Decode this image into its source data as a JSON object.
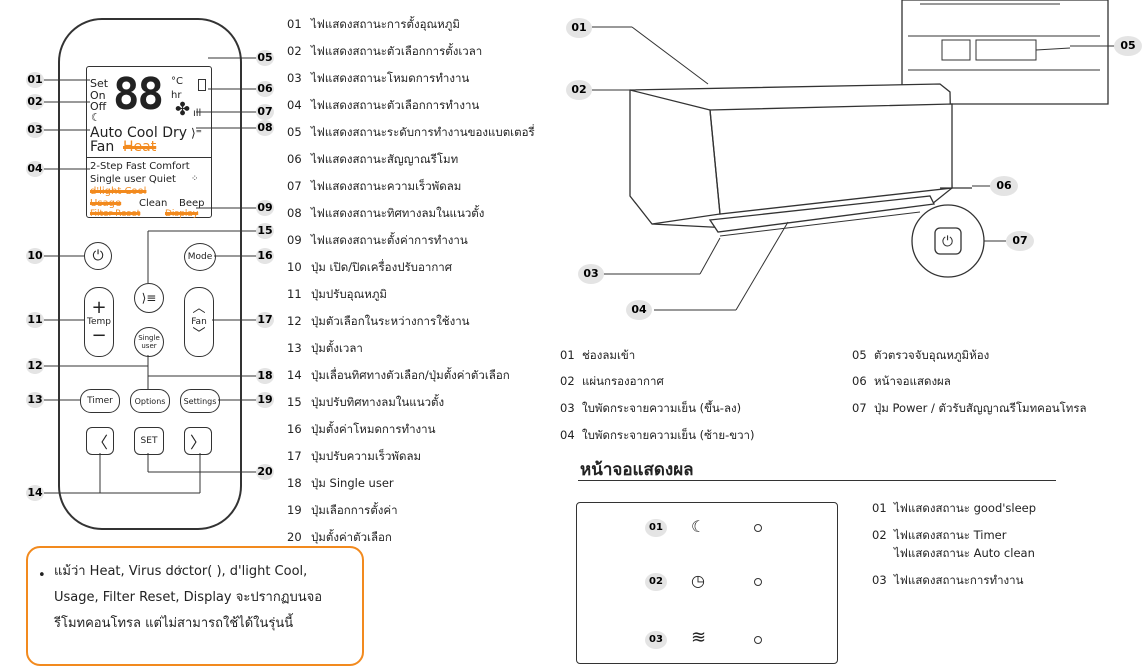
{
  "remote": {
    "lcd": {
      "left_labels": [
        "Set",
        "On",
        "Off"
      ],
      "digits": "88",
      "units": [
        "°C",
        "hr"
      ],
      "modes_line1": "Auto Cool Dry",
      "modes_line2a": "Fan",
      "modes_line2b": "Heat",
      "opt_line1": "2-Step  Fast  Comfort",
      "opt_line2": "Single user  Quiet",
      "opt_line3": "d'light Cool",
      "opt_line4a": "Usage",
      "opt_line4b": "Clean",
      "opt_line4c": "Beep",
      "opt_line5a": "Filter Reset",
      "opt_line5b": "Display"
    },
    "buttons": {
      "temp": "Temp",
      "mode": "Mode",
      "fan": "Fan",
      "single_user": "Single user",
      "timer": "Timer",
      "options": "Options",
      "settings": "Settings",
      "set": "SET"
    },
    "callouts_left": [
      "01",
      "02",
      "03",
      "04",
      "10",
      "11",
      "12",
      "13",
      "14"
    ],
    "callouts_right": [
      "05",
      "06",
      "07",
      "08",
      "09",
      "15",
      "16",
      "17",
      "18",
      "19",
      "20"
    ]
  },
  "remote_legend": [
    {
      "num": "01",
      "text": "ไฟแสดงสถานะการตั้งอุณหภูมิ"
    },
    {
      "num": "02",
      "text": "ไฟแสดงสถานะตัวเลือกการตั้งเวลา"
    },
    {
      "num": "03",
      "text": "ไฟแสดงสถานะโหมดการทำงาน"
    },
    {
      "num": "04",
      "text": "ไฟแสดงสถานะตัวเลือกการทำงาน"
    },
    {
      "num": "05",
      "text": "ไฟแสดงสถานะระดับการทำงานของแบตเตอรี่"
    },
    {
      "num": "06",
      "text": "ไฟแสดงสถานะสัญญาณรีโมท"
    },
    {
      "num": "07",
      "text": "ไฟแสดงสถานะความเร็วพัดลม"
    },
    {
      "num": "08",
      "text": "ไฟแสดงสถานะทิศทางลมในแนวตั้ง"
    },
    {
      "num": "09",
      "text": "ไฟแสดงสถานะตั้งค่าการทำงาน"
    },
    {
      "num": "10",
      "text": "ปุ่ม เปิด/ปิดเครื่องปรับอากาศ"
    },
    {
      "num": "11",
      "text": "ปุ่มปรับอุณหภูมิ"
    },
    {
      "num": "12",
      "text": "ปุ่มตัวเลือกในระหว่างการใช้งาน"
    },
    {
      "num": "13",
      "text": "ปุ่มตั้งเวลา"
    },
    {
      "num": "14",
      "text": "ปุ่มเลื่อนทิศทางตัวเลือก/ปุ่มตั้งค่าตัวเลือก"
    },
    {
      "num": "15",
      "text": "ปุ่มปรับทิศทางลมในแนวตั้ง"
    },
    {
      "num": "16",
      "text": "ปุ่มตั้งค่าโหมดการทำงาน"
    },
    {
      "num": "17",
      "text": "ปุ่มปรับความเร็วพัดลม"
    },
    {
      "num": "18",
      "text": "ปุ่ม Single user"
    },
    {
      "num": "19",
      "text": "ปุ่มเลือกการตั้งค่า"
    },
    {
      "num": "20",
      "text": "ปุ่มตั้งค่าตัวเลือก"
    }
  ],
  "note": {
    "line1": "แม้ว่า Heat, Virus doctor(     ), d'light Cool,",
    "line2": "Usage, Filter Reset, Display จะปรากฏบนจอ",
    "line3": "รีโมทคอนโทรล แต่ไม่สามารถใช้ได้ในรุ่นนี้"
  },
  "unit": {
    "callouts": [
      "01",
      "02",
      "03",
      "04",
      "05",
      "06",
      "07"
    ],
    "legend_left": [
      {
        "num": "01",
        "text": "ช่องลมเข้า"
      },
      {
        "num": "02",
        "text": "แผ่นกรองอากาศ"
      },
      {
        "num": "03",
        "text": "ใบพัดกระจายความเย็น (ขึ้น-ลง)"
      },
      {
        "num": "04",
        "text": "ใบพัดกระจายความเย็น (ซ้าย-ขวา)"
      }
    ],
    "legend_right": [
      {
        "num": "05",
        "text": "ตัวตรวจจับอุณหภูมิห้อง"
      },
      {
        "num": "06",
        "text": "หน้าจอแสดงผล"
      },
      {
        "num": "07",
        "text": "ปุ่ม Power / ตัวรับสัญญาณรีโมทคอนโทรล"
      }
    ]
  },
  "display_section": {
    "title": "หน้าจอแสดงผล",
    "rows": [
      "01",
      "02",
      "03"
    ],
    "legend": [
      {
        "num": "01",
        "lines": [
          "ไฟแสดงสถานะ good'sleep"
        ]
      },
      {
        "num": "02",
        "lines": [
          "ไฟแสดงสถานะ Timer",
          "ไฟแสดงสถานะ Auto clean"
        ]
      },
      {
        "num": "03",
        "lines": [
          "ไฟแสดงสถานะการทำงาน"
        ]
      }
    ]
  },
  "colors": {
    "accent": "#f28a1e",
    "badge": "#e4e4e4",
    "line": "#333333"
  }
}
